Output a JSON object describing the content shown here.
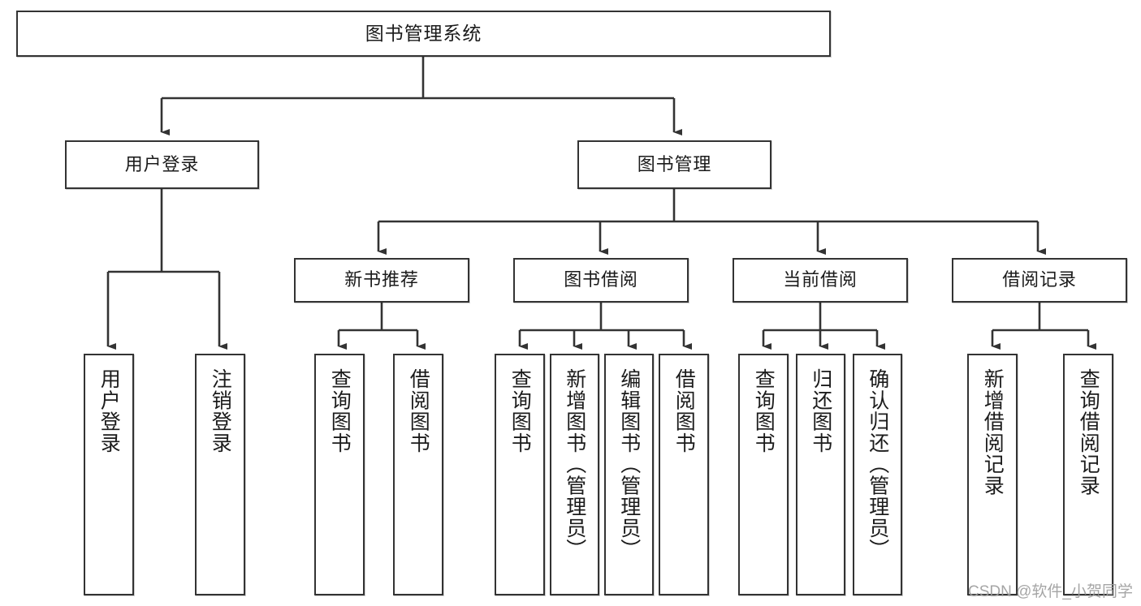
{
  "diagram": {
    "title": "图书管理系统",
    "type": "hierarchy-tree",
    "root": {
      "label": "图书管理系统"
    },
    "level2": [
      {
        "label": "用户登录"
      },
      {
        "label": "图书管理"
      }
    ],
    "level3": [
      {
        "label": "新书推荐"
      },
      {
        "label": "图书借阅"
      },
      {
        "label": "当前借阅"
      },
      {
        "label": "借阅记录"
      }
    ],
    "leaves": {
      "user_login": [
        {
          "label": "用户登录"
        },
        {
          "label": "注销登录"
        }
      ],
      "new_book_recommend": [
        {
          "label": "查询图书"
        },
        {
          "label": "借阅图书"
        }
      ],
      "book_borrow": [
        {
          "label": "查询图书"
        },
        {
          "label": "新增图书（管理员）"
        },
        {
          "label": "编辑图书（管理员）"
        },
        {
          "label": "借阅图书"
        }
      ],
      "current_borrow": [
        {
          "label": "查询图书"
        },
        {
          "label": "归还图书"
        },
        {
          "label": "确认归还（管理员）"
        }
      ],
      "borrow_record": [
        {
          "label": "新增借阅记录"
        },
        {
          "label": "查询借阅记录"
        }
      ]
    }
  },
  "watermark": {
    "text": "CSDN @软件_小贺同学"
  },
  "colors": {
    "box_border": "#333333",
    "connector": "#333333",
    "background": "#ffffff",
    "text": "#1b1b1b",
    "watermark": "#9e9e9e"
  }
}
